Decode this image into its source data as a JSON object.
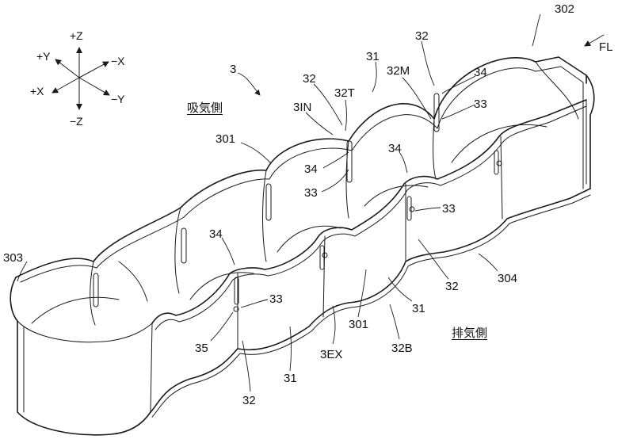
{
  "figure": {
    "label_assembly": "3",
    "label_intake_side": "吸気側",
    "label_exhaust_side": "排気側",
    "label_flow": "FL"
  },
  "axes": {
    "plus_z": "+Z",
    "minus_z": "−Z",
    "plus_y": "+Y",
    "minus_y": "−Y",
    "plus_x": "+X",
    "minus_x": "−X"
  },
  "reference_labels": {
    "r302": "302",
    "r32_top": "32",
    "r31_top": "31",
    "r32m": "32M",
    "r34_right": "34",
    "r33_right": "33",
    "r32_mid": "32",
    "r32t": "32T",
    "r3in": "3IN",
    "r301_top": "301",
    "r34_mid": "34",
    "r33_mid": "33",
    "r34_center": "34",
    "r33_center": "33",
    "r303": "303",
    "r34_left": "34",
    "r33_left": "33",
    "r35": "35",
    "r32_bottom": "32",
    "r31_bottom": "31",
    "r3ex": "3EX",
    "r301_bottom": "301",
    "r32b": "32B",
    "r31_lower": "31",
    "r32_lower": "32",
    "r304": "304"
  }
}
